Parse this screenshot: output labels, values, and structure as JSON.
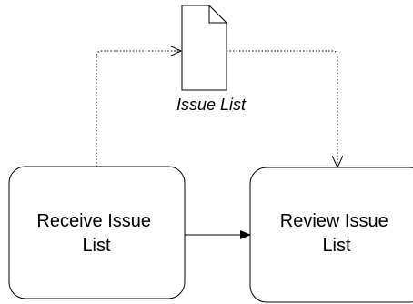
{
  "diagram": {
    "nodes": {
      "receive": {
        "line1": "Receive Issue",
        "line2": "List"
      },
      "review": {
        "line1": "Review Issue",
        "line2": "List"
      }
    },
    "document": {
      "label": "Issue List"
    }
  }
}
